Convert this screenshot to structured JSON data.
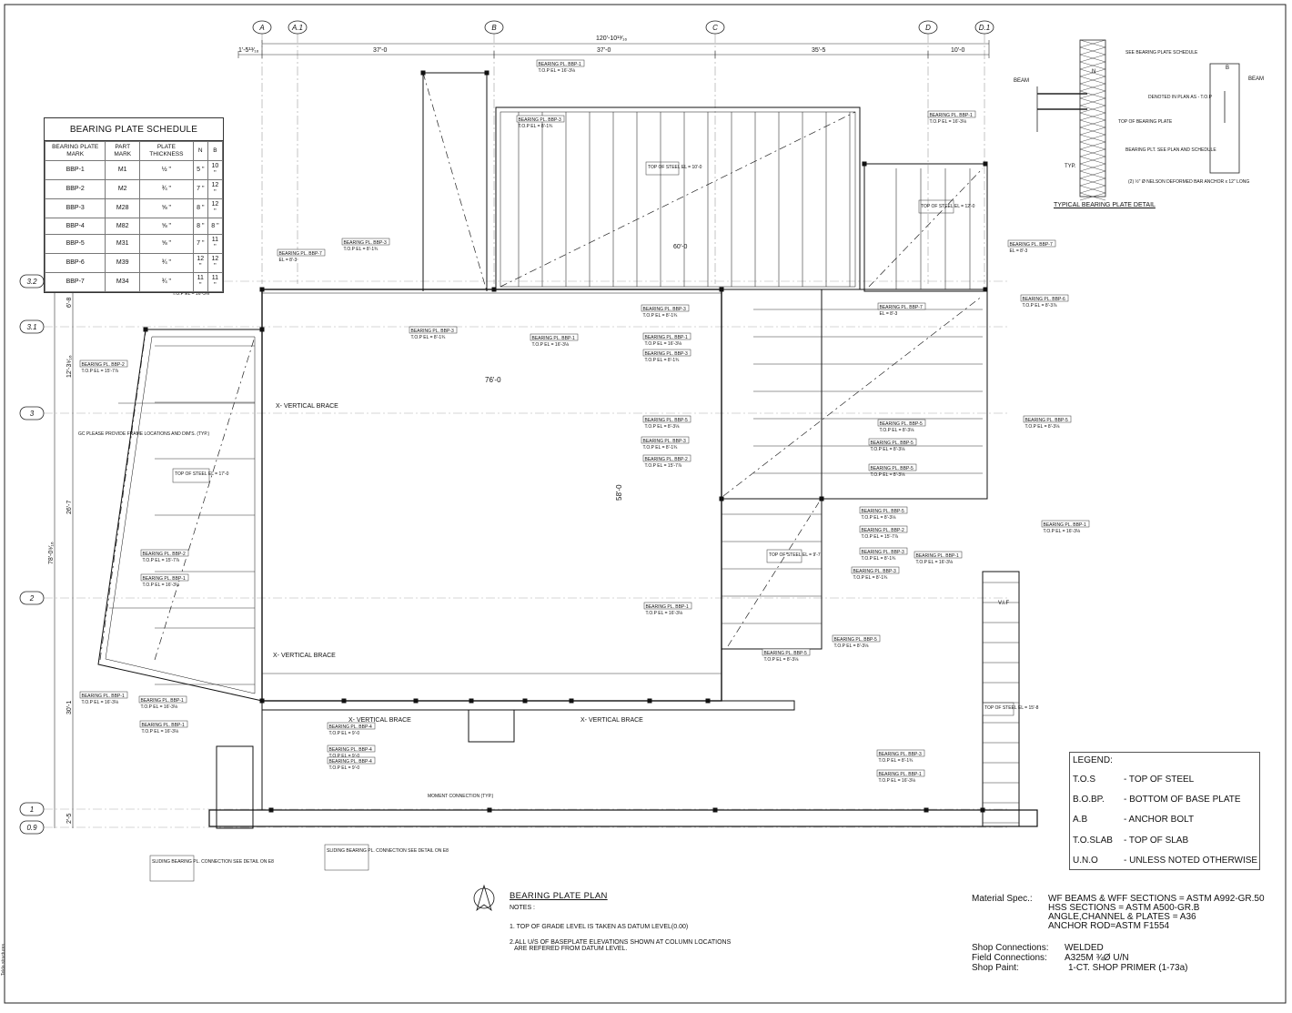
{
  "grid_columns": [
    "A",
    "A.1",
    "B",
    "C",
    "D",
    "D.1"
  ],
  "grid_rows": [
    "3.2",
    "3.1",
    "3",
    "2",
    "1",
    "0.9"
  ],
  "top_dimensions": {
    "overall": "120'-10¹³⁄₁₆",
    "offset": "1'-5¹³⁄₁₆",
    "bays": [
      "37'-0",
      "37'-0",
      "35'-5",
      "10'-0"
    ]
  },
  "left_dimensions": {
    "overall": "78'-0⁹⁄₁₆",
    "segments": [
      "6'-8",
      "12'-3⁹⁄₁₆",
      "26'-7",
      "30'-1",
      "2'-5"
    ]
  },
  "schedule": {
    "title": "BEARING PLATE SCHEDULE",
    "headers": [
      "BEARING PLATE MARK",
      "PART MARK",
      "PLATE THICKNESS",
      "N",
      "B"
    ],
    "rows": [
      [
        "BBP-1",
        "M1",
        "½ \"",
        "5 \"",
        "10 \""
      ],
      [
        "BBP-2",
        "M2",
        "¾ \"",
        "7 \"",
        "12 \""
      ],
      [
        "BBP-3",
        "M28",
        "⅝ \"",
        "8 \"",
        "12 \""
      ],
      [
        "BBP-4",
        "M82",
        "⅝ \"",
        "8 \"",
        "8 \""
      ],
      [
        "BBP-5",
        "M31",
        "⅝ \"",
        "7 \"",
        "11 \""
      ],
      [
        "BBP-6",
        "M39",
        "¾ \"",
        "12 \"",
        "12 \""
      ],
      [
        "BBP-7",
        "M34",
        "¾ \"",
        "11 \"",
        "11 \""
      ]
    ]
  },
  "detail": {
    "title": "TYPICAL BEARING PLATE DETAIL",
    "beam_left": "BEAM",
    "beam_right": "BEAM",
    "label_b": "B",
    "label_n": "N",
    "notes": [
      "SEE BEARING PLATE SCHEDULE",
      "DENOTED IN PLAN AS - T.O.P",
      "TOP OF BEARING PLATE",
      "BEARING PLT. SEE PLAN AND SCHEDULE",
      "(2) ½\" Ø NELSON DEFORMED BAR ANCHOR x 12\" LONG"
    ],
    "typ": "TYP."
  },
  "plan_labels": {
    "vbrace": "X- VERTICAL BRACE",
    "top_steel_17": "TOP OF STEEL EL = 17'-0",
    "top_steel_10": "TOP OF STEEL EL = 10'-0",
    "top_steel_12": "TOP OF STEEL EL = 12'-0",
    "top_steel_9": "TOP OF STEEL EL = 9'-7",
    "top_steel_15": "TOP OF STEEL EL = 15'-8",
    "gc_note": "GC PLEASE PROVIDE FRAME LOCATIONS AND DIM'S. (TYP.)",
    "moment": "MOMENT CONNECTION (TYP.)",
    "sliding": "SLIDING BEARING PL. CONNECTION SEE DETAIL ON E8",
    "vif": "V.I.F",
    "dim_76": "76'-0",
    "dim_58": "58'-0",
    "dim_60": "60'-0"
  },
  "bbp_tags": [
    {
      "tag": "BEARING PL. BBP-1",
      "el": "T.O.P EL = 16'-3⅛"
    },
    {
      "tag": "BEARING PL. BBP-2",
      "el": "T.O.P EL = 15'-7⅞"
    },
    {
      "tag": "BEARING PL. BBP-3",
      "el": "T.O.P EL = 8'-1¾"
    },
    {
      "tag": "BEARING PL. BBP-4",
      "el": "T.O.P EL = 9'-0"
    },
    {
      "tag": "BEARING PL. BBP-5",
      "el": "T.O.P EL = 8'-3⅛"
    },
    {
      "tag": "BEARING PL. BBP-6",
      "el": "T.O.P EL = 8'-3⅞"
    },
    {
      "tag": "BEARING PL. BBP-7",
      "el": "EL = 8'-3"
    }
  ],
  "title_block": {
    "title": "BEARING PLATE PLAN",
    "notes_label": "NOTES :",
    "notes": [
      "1. TOP OF GRADE LEVEL IS TAKEN AS DATUM LEVEL(0.00)",
      "2.ALL U/S OF BASEPLATE ELEVATIONS SHOWN AT COLUMN LOCATIONS",
      "ARE REFERED FROM DATUM LEVEL."
    ]
  },
  "legend": {
    "title": "LEGEND:",
    "items": [
      {
        "abbr": "T.O.S",
        "def": "-  TOP OF STEEL"
      },
      {
        "abbr": "B.O.BP.",
        "def": "-  BOTTOM OF BASE PLATE"
      },
      {
        "abbr": "A.B",
        "def": "-  ANCHOR BOLT"
      },
      {
        "abbr": "T.O.SLAB",
        "def": "-  TOP OF SLAB"
      },
      {
        "abbr": "U.N.O",
        "def": "-  UNLESS NOTED OTHERWISE"
      }
    ]
  },
  "spec": {
    "material_label": "Material Spec.:",
    "material_lines": [
      "WF BEAMS & WFF SECTIONS = ASTM A992-GR.50",
      "HSS SECTIONS = ASTM A500-GR.B",
      "ANGLE,CHANNEL & PLATES = A36",
      "ANCHOR ROD=ASTM F1554"
    ],
    "shop_conn_label": "Shop Connections:",
    "shop_conn": "WELDED",
    "field_conn_label": "Field Connections:",
    "field_conn": "A325M ¾Ø U/N",
    "paint_label": "Shop Paint:",
    "paint": "1-CT. SHOP PRIMER (1-73a)"
  },
  "footer_text": "Tekla structures"
}
